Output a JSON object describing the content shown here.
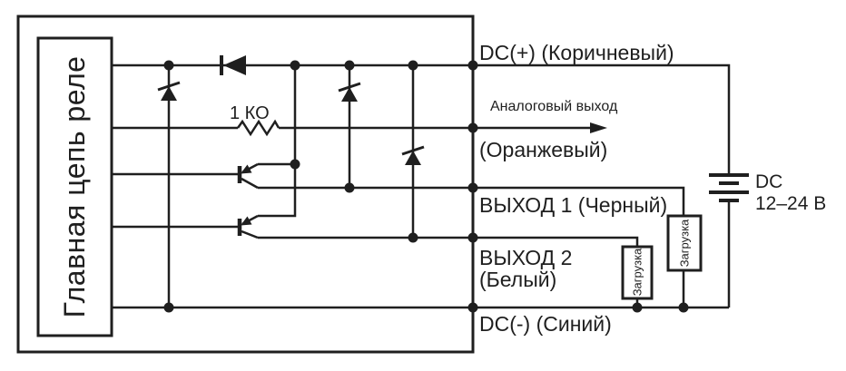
{
  "diagram": {
    "type": "sensor-output-wiring-schematic",
    "language": "ru",
    "colors": {
      "line": "#1f1f1f",
      "background": "#ffffff"
    },
    "relay_box_label": "Главная цепь реле",
    "resistor_label": "1 КО",
    "analog_label": "Аналоговый выход",
    "terminals": {
      "dc_plus": "DC(+) (Коричневый)",
      "analog_color": "(Оранжевый)",
      "out1": "ВЫХОД 1 (Черный)",
      "out2_line1": "ВЫХОД 2",
      "out2_line2": "(Белый)",
      "dc_minus": "DC(-) (Синий)"
    },
    "supply": {
      "line1": "DC",
      "line2": "12–24 В"
    },
    "load_label": "Загрузка",
    "components": [
      {
        "name": "relay-main-circuit-block"
      },
      {
        "name": "reverse-polarity-series-diode"
      },
      {
        "name": "zener-diode-supply"
      },
      {
        "name": "zener-diode-output1"
      },
      {
        "name": "zener-diode-output2"
      },
      {
        "name": "resistor-1k-analog-output"
      },
      {
        "name": "pnp-transistor-output1"
      },
      {
        "name": "pnp-transistor-output2"
      },
      {
        "name": "battery-dc-12-24v"
      },
      {
        "name": "load-output1"
      },
      {
        "name": "load-output2"
      }
    ]
  }
}
